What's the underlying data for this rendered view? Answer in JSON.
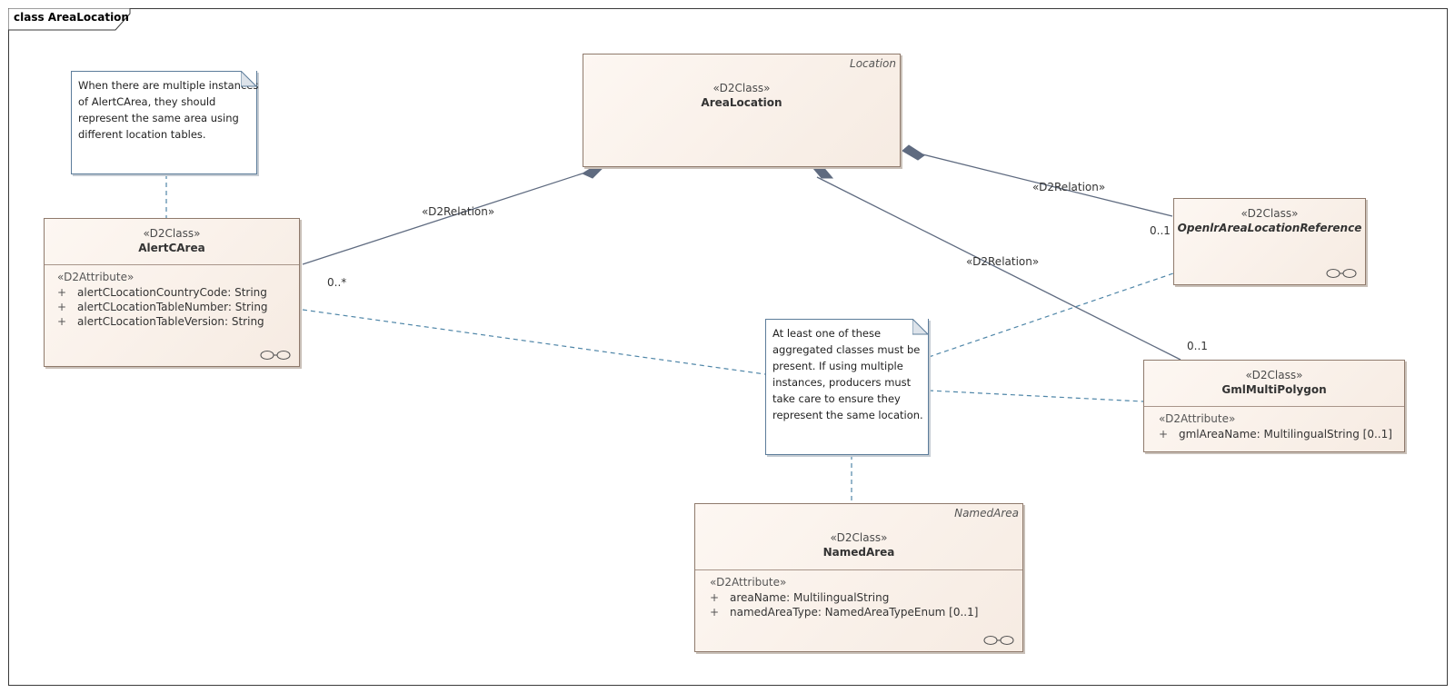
{
  "frame": {
    "title": "class AreaLocation"
  },
  "classes": {
    "area_location": {
      "parent": "Location",
      "stereotype": "«D2Class»",
      "name": "AreaLocation"
    },
    "alert_c_area": {
      "stereotype": "«D2Class»",
      "name": "AlertCArea",
      "attr_stereotype": "«D2Attribute»",
      "attributes": [
        {
          "vis": "+",
          "text": "alertCLocationCountryCode: String"
        },
        {
          "vis": "+",
          "text": "alertCLocationTableNumber: String"
        },
        {
          "vis": "+",
          "text": "alertCLocationTableVersion: String"
        }
      ]
    },
    "openlr": {
      "stereotype": "«D2Class»",
      "name": "OpenlrAreaLocationReference"
    },
    "gml": {
      "stereotype": "«D2Class»",
      "name": "GmlMultiPolygon",
      "attr_stereotype": "«D2Attribute»",
      "attributes": [
        {
          "vis": "+",
          "text": "gmlAreaName: MultilingualString [0..1]"
        }
      ]
    },
    "named_area": {
      "parent": "NamedArea",
      "stereotype": "«D2Class»",
      "name": "NamedArea",
      "attr_stereotype": "«D2Attribute»",
      "attributes": [
        {
          "vis": "+",
          "text": "areaName: MultilingualString"
        },
        {
          "vis": "+",
          "text": "namedAreaType: NamedAreaTypeEnum [0..1]"
        }
      ]
    }
  },
  "notes": {
    "alert_note": {
      "lines": [
        "When there are multiple instances",
        "of AlertCArea, they should",
        "represent the same area using",
        "different location tables."
      ]
    },
    "center_note": {
      "lines": [
        "At least one of these",
        "aggregated classes must be",
        "present. If using multiple",
        "instances, producers must",
        "take care to ensure they",
        "represent the same location."
      ]
    }
  },
  "edge_labels": {
    "relation_alert": "«D2Relation»",
    "relation_openlr": "«D2Relation»",
    "relation_gml": "«D2Relation»",
    "mult_alert": "0..*",
    "mult_openlr": "0..1",
    "mult_gml": "0..1"
  },
  "colors": {
    "class_fill": "#f6ebe2",
    "class_border": "#8f7a6c",
    "note_border": "#5c7c9a",
    "relation_line": "#5f6b80",
    "note_link": "#4f86a8"
  }
}
